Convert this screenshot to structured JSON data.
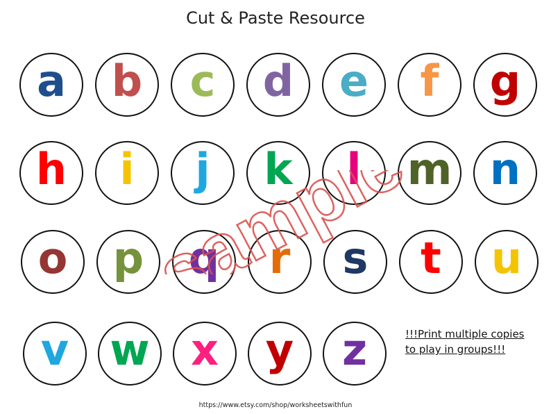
{
  "title": "Cut & Paste Resource",
  "letters": [
    {
      "char": "a",
      "color": "#1F4E8C"
    },
    {
      "char": "b",
      "color": "#C0504D"
    },
    {
      "char": "c",
      "color": "#9BBB59"
    },
    {
      "char": "d",
      "color": "#8064A2"
    },
    {
      "char": "e",
      "color": "#4BACC6"
    },
    {
      "char": "f",
      "color": "#F79646"
    },
    {
      "char": "g",
      "color": "#C00000"
    },
    {
      "char": "h",
      "color": "#FF0000"
    },
    {
      "char": "i",
      "color": "#F5C400"
    },
    {
      "char": "j",
      "color": "#1FA7E0"
    },
    {
      "char": "k",
      "color": "#00A651"
    },
    {
      "char": "l",
      "color": "#E6007E"
    },
    {
      "char": "m",
      "color": "#4F6228"
    },
    {
      "char": "n",
      "color": "#0070C0"
    },
    {
      "char": "o",
      "color": "#943634"
    },
    {
      "char": "p",
      "color": "#76923C"
    },
    {
      "char": "q",
      "color": "#7030A0"
    },
    {
      "char": "r",
      "color": "#E36C09"
    },
    {
      "char": "s",
      "color": "#1F3864"
    },
    {
      "char": "t",
      "color": "#FF0000"
    },
    {
      "char": "u",
      "color": "#F5C400"
    },
    {
      "char": "v",
      "color": "#1FA7E0"
    },
    {
      "char": "w",
      "color": "#00A651"
    },
    {
      "char": "x",
      "color": "#FF1F7F"
    },
    {
      "char": "y",
      "color": "#C00000"
    },
    {
      "char": "z",
      "color": "#7030A0"
    }
  ],
  "note": {
    "line1": "!!!Print multiple copies",
    "line2": "to play in groups!!!"
  },
  "footer": "https://www.etsy.com/shop/worksheetswithfun",
  "watermark": {
    "text": "sample",
    "color": "#D9534F"
  }
}
